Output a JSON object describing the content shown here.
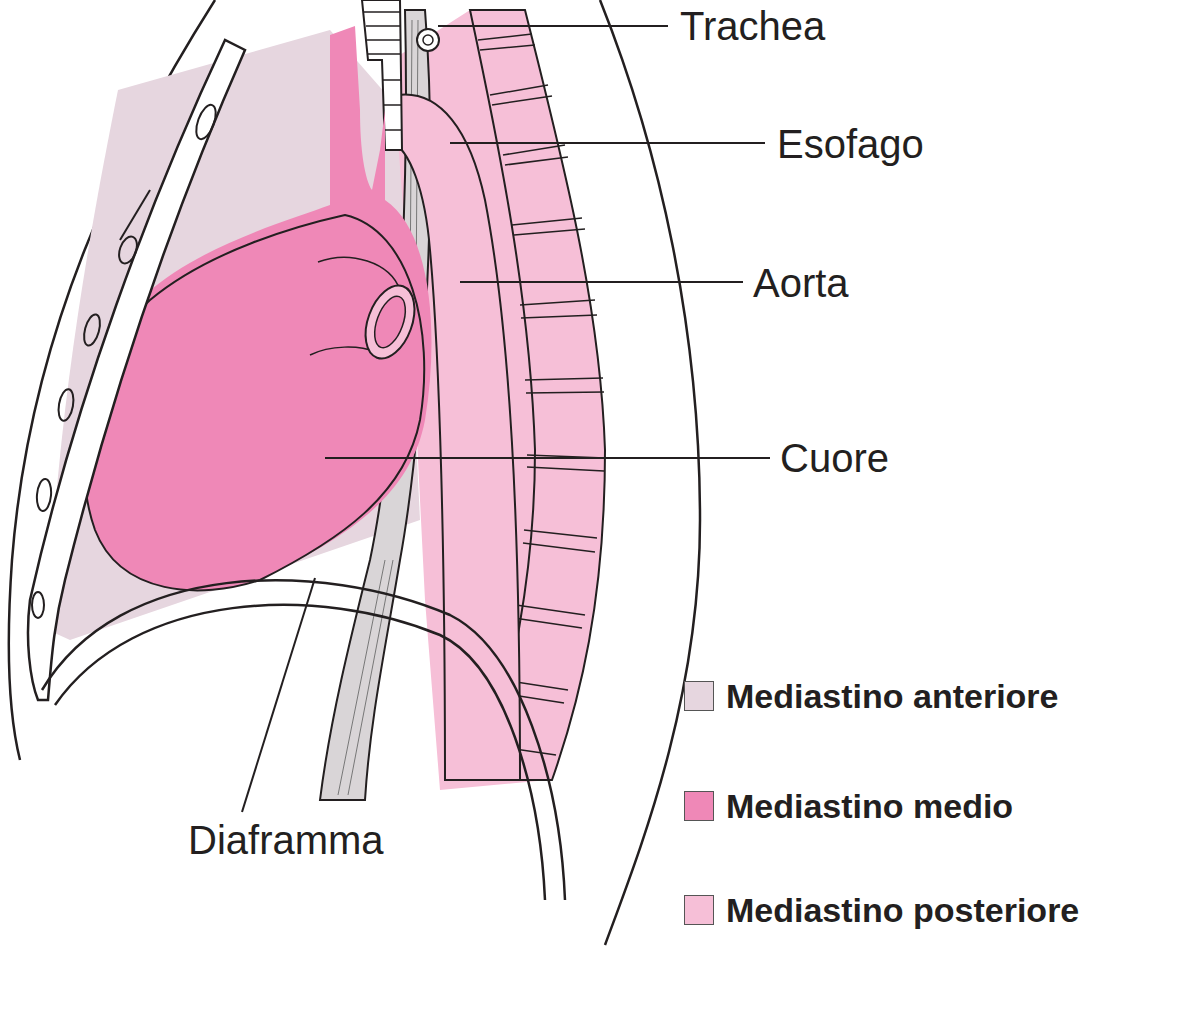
{
  "diagram": {
    "labels": [
      "Trachea",
      "Esofago",
      "Aorta",
      "Cuore",
      "Diaframma"
    ],
    "legend": [
      {
        "text": "Mediastino anteriore",
        "color": "#e6d6df"
      },
      {
        "text": "Mediastino medio",
        "color": "#ef88b7"
      },
      {
        "text": "Mediastino posteriore",
        "color": "#f6bfd7"
      }
    ]
  }
}
